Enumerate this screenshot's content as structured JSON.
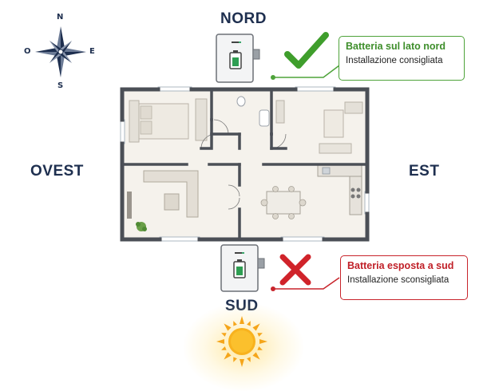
{
  "compass": {
    "n": "N",
    "s": "S",
    "e": "E",
    "w": "O"
  },
  "directions": {
    "north": "NORD",
    "south": "SUD",
    "west": "OVEST",
    "east": "EST"
  },
  "callout_north": {
    "title": "Batteria sul lato nord",
    "subtitle": "Installazione consigliata",
    "color": "#3e8e2b"
  },
  "callout_south": {
    "title": "Batteria esposta a sud",
    "subtitle": "Installazione sconsigliata",
    "color": "#c01f27"
  },
  "icons": [
    "compass-rose-icon",
    "battery-icon",
    "check-mark-icon",
    "cross-mark-icon",
    "sun-icon"
  ]
}
